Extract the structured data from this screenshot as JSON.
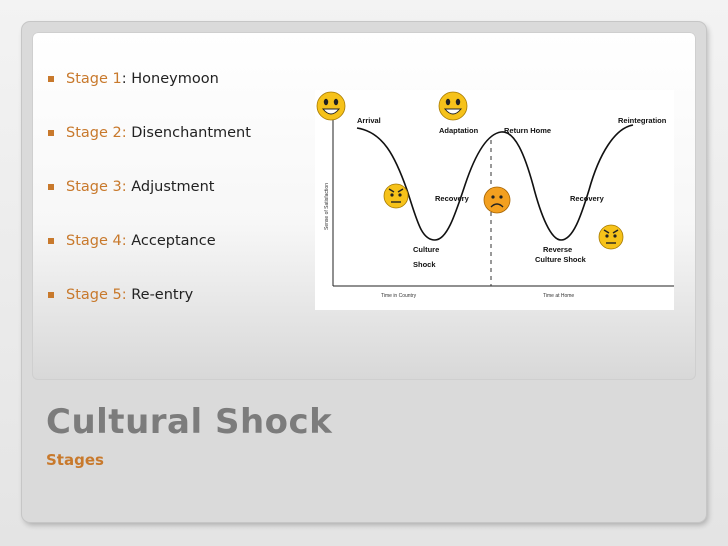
{
  "stages": [
    {
      "name": "Stage 1",
      "desc": ": Honeymoon"
    },
    {
      "name": "Stage 2:",
      "desc": " Disenchantment"
    },
    {
      "name": "Stage 3:",
      "desc": " Adjustment"
    },
    {
      "name": "Stage 4:",
      "desc": " Acceptance"
    },
    {
      "name": "Stage 5:",
      "desc": " Re-entry"
    }
  ],
  "title": "Cultural Shock",
  "subtitle": "Stages",
  "diagram": {
    "labels": {
      "arrival": "Arrival",
      "adaptation": "Adaptation",
      "return_home": "Return Home",
      "reintegration": "Reintegration",
      "recovery_1": "Recovery",
      "recovery_2": "Recovery",
      "culture": "Culture",
      "shock": "Shock",
      "reverse": "Reverse",
      "reverse_shock": "Culture Shock"
    },
    "y_axis_label": "Sense of Satisfaction",
    "x_axis_left": "Time in Country",
    "x_axis_right": "Time at Home"
  },
  "colors": {
    "accent": "#c8792c",
    "title": "#7c7c7c",
    "smiley_face": "#f6c21a",
    "sad_face": "#f3a020"
  }
}
